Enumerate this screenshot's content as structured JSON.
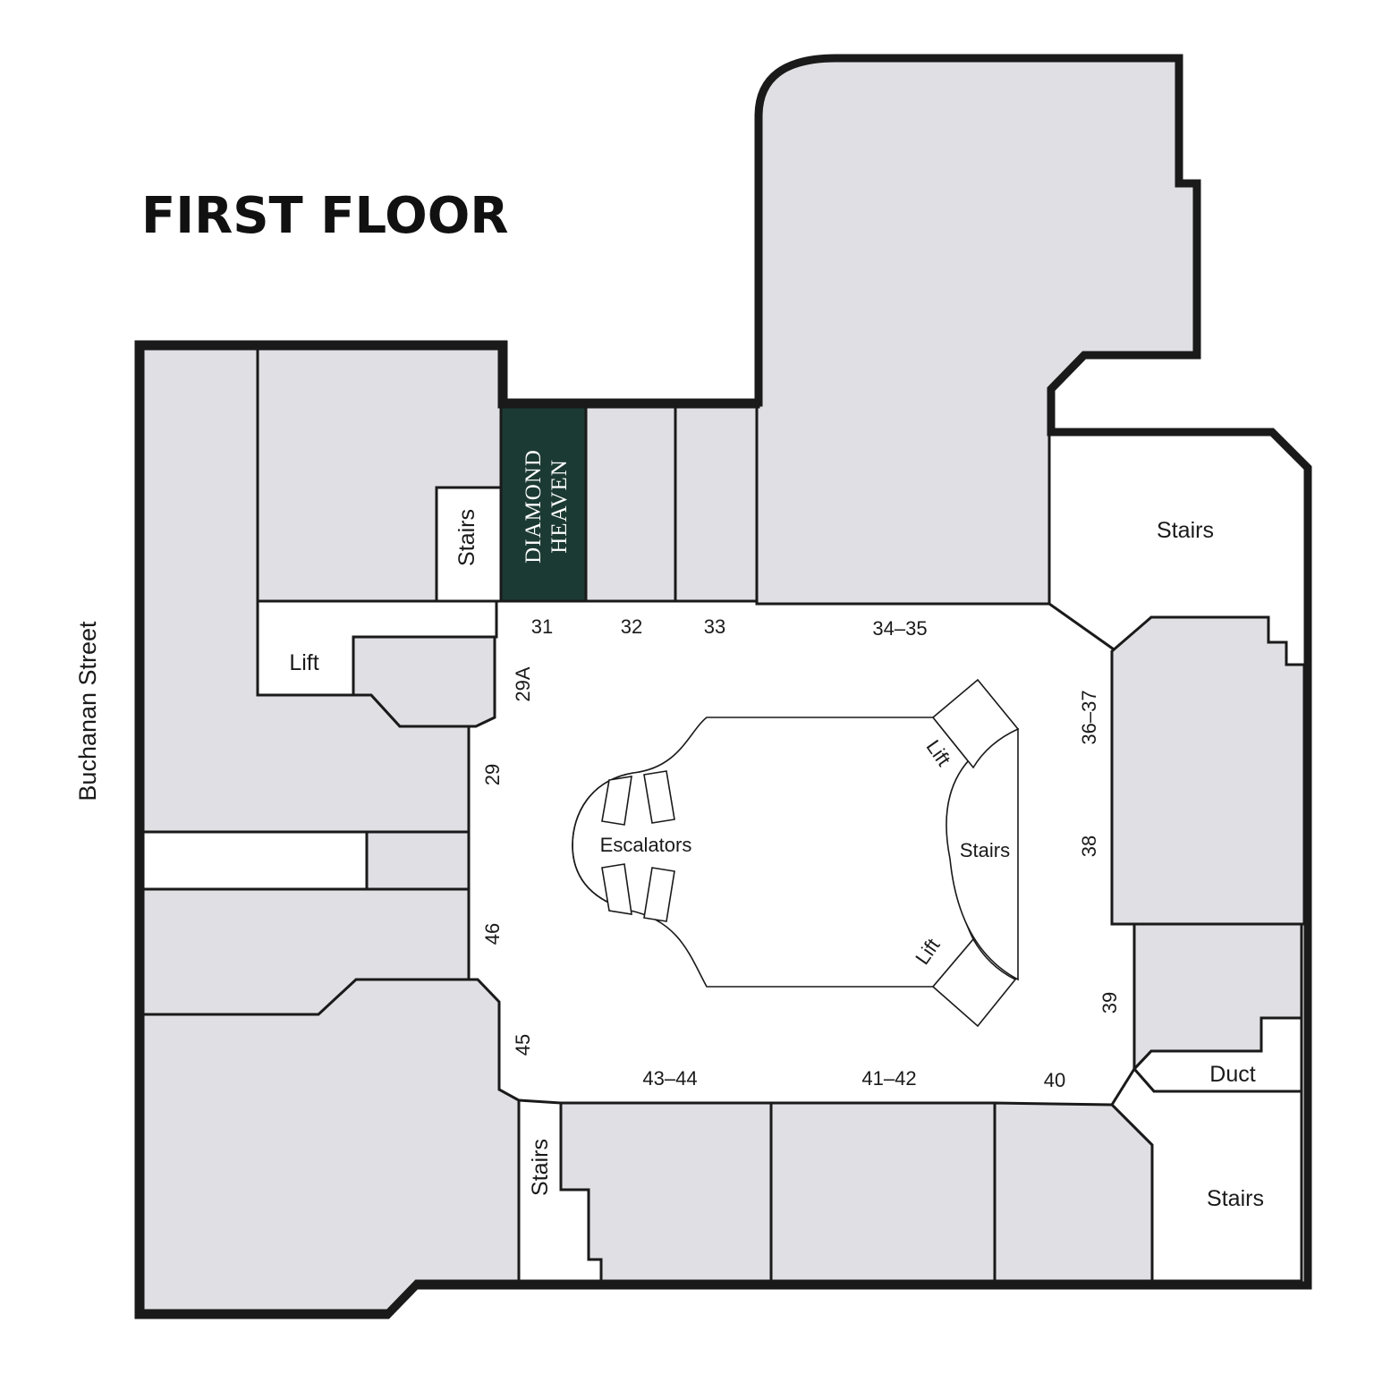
{
  "title": "FIRST FLOOR",
  "street": "Buchanan Street",
  "highlight": {
    "line1": "DIAMOND",
    "line2": "HEAVEN",
    "fill_color": "#1b3a33",
    "text_color": "#ffffff"
  },
  "unit_numbers": {
    "u31": "31",
    "u32": "32",
    "u33": "33",
    "u34_35": "34–35",
    "u29a": "29A",
    "u29": "29",
    "u46": "46",
    "u45": "45",
    "u36_37": "36–37",
    "u38": "38",
    "u39": "39",
    "u40": "40",
    "u41_42": "41–42",
    "u43_44": "43–44"
  },
  "facilities": {
    "stairs_top_left": "Stairs",
    "lift_left": "Lift",
    "stairs_top_right": "Stairs",
    "escalators": "Escalators",
    "stairs_center": "Stairs",
    "lift_center_top": "Lift",
    "lift_center_bottom": "Lift",
    "duct": "Duct",
    "stairs_bottom_right": "Stairs",
    "stairs_bottom_left": "Stairs"
  },
  "colors": {
    "unit_fill": "#dfdfe4",
    "outline": "#1a1a1a",
    "mall_floor": "#ffffff"
  }
}
